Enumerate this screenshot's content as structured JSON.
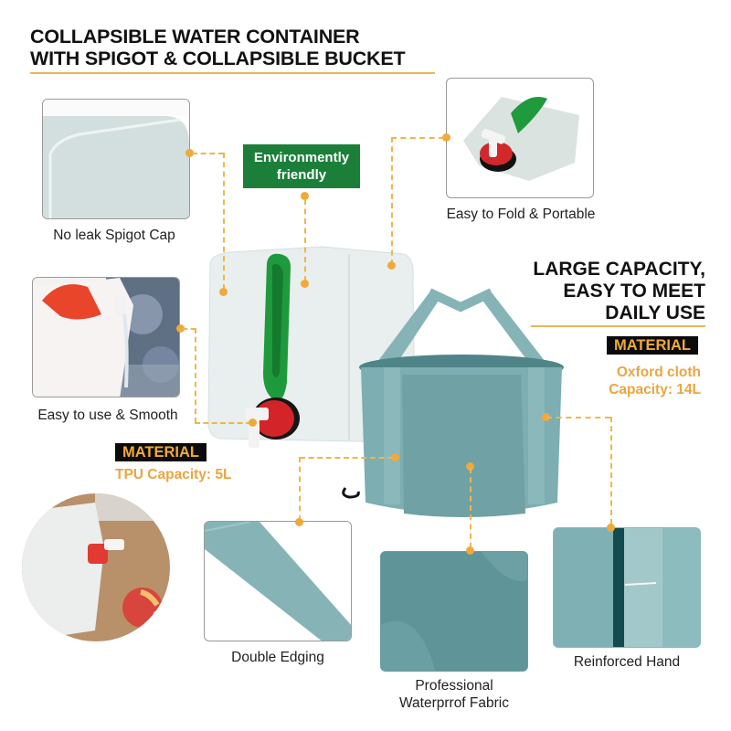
{
  "header": {
    "title_line1": "COLLAPSIBLE WATER CONTAINER",
    "title_line2": "WITH SPIGOT & COLLAPSIBLE BUCKET"
  },
  "badge_green": {
    "line1": "Environmently",
    "line2": "friendly",
    "color": "#1b7f3a"
  },
  "container_features": [
    {
      "caption": "No leak Spigot Cap",
      "image": "container-corner-closeup"
    },
    {
      "caption": "Easy to use & Smooth",
      "image": "pouring-water-closeup"
    },
    {
      "caption": "Easy to Fold & Portable",
      "image": "folded-container"
    }
  ],
  "container_material": {
    "badge": "MATERIAL",
    "text": "TPU Capacity: 5L"
  },
  "right_heading": {
    "line1": "LARGE CAPACITY,",
    "line2": "EASY TO MEET",
    "line3": "DAILY USE"
  },
  "bucket_material": {
    "badge": "MATERIAL",
    "line1": "Oxford cloth",
    "line2": "Capacity: 14L"
  },
  "bucket_features": [
    {
      "caption": "Double Edging",
      "image": "strap-closeup"
    },
    {
      "caption_line1": "Professional",
      "caption_line2": "Waterprrof Fabric",
      "image": "fabric-closeup"
    },
    {
      "caption": "Reinforced Hand",
      "image": "handle-seam-closeup"
    }
  ],
  "colors": {
    "accent_orange": "#f0a93a",
    "material_text": "#eba540",
    "bucket_teal": "#7fb0b4",
    "rule_gold": "#e9b755"
  }
}
